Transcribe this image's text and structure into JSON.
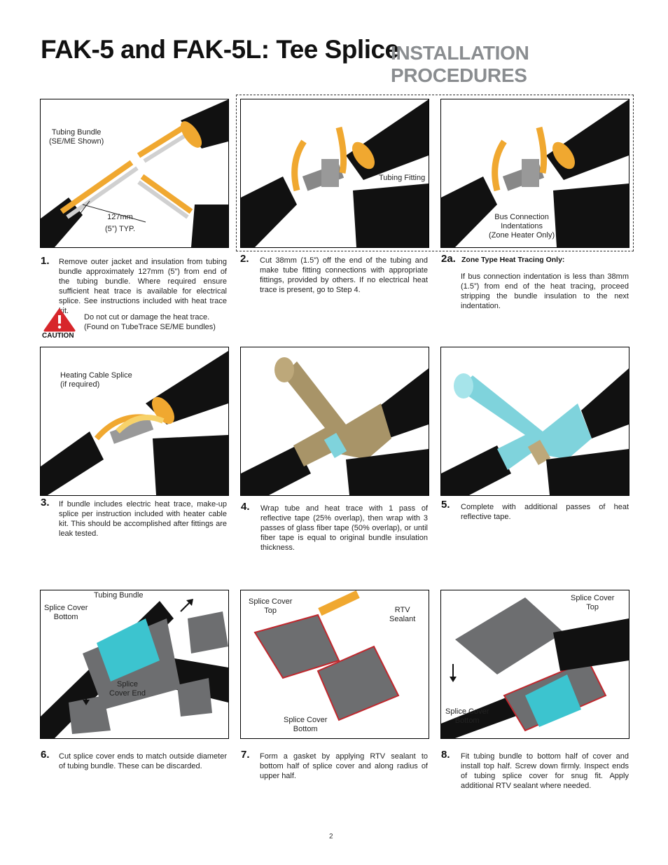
{
  "header": {
    "title": "FAK-5 and FAK-5L: Tee Splice",
    "subtitle": "INSTALLATION PROCEDURES"
  },
  "panels": {
    "p1": {
      "label1": "Tubing Bundle",
      "label2": "(SE/ME Shown)",
      "label3": "127mm",
      "label4": "(5”) TYP."
    },
    "p2": {
      "label1": "Tubing Fitting"
    },
    "p2a": {
      "label1": "Bus Connection",
      "label2": "Indentations",
      "label3": "(Zone Heater Only)"
    },
    "p3": {
      "label1": "Heating Cable Splice",
      "label2": "(if required)"
    },
    "p6": {
      "label1": "Tubing Bundle",
      "label2": "Splice Cover",
      "label3": "Bottom",
      "label4": "Splice",
      "label5": "Cover End"
    },
    "p7": {
      "label1": "Splice Cover",
      "label2": "Top",
      "label3": "RTV",
      "label4": "Sealant",
      "label5": "Splice Cover",
      "label6": "Bottom"
    },
    "p8": {
      "label1": "Splice Cover",
      "label2": "Top",
      "label3": "Splice Cover",
      "label4": "Bottom"
    }
  },
  "steps": {
    "s1": {
      "num": "1.",
      "text": "Remove outer jacket and insulation from tubing bundle approximately 127mm (5”) from end of the tubing bundle. Where required ensure sufficient heat trace is available for electrical splice. See instructions included with heat trace kit."
    },
    "s2": {
      "num": "2.",
      "text": "Cut 38mm (1.5”) off the end of the tubing and make tube fitting connections with appropriate fittings, provided by others. If no electrical heat trace is present, go to Step 4."
    },
    "s2a": {
      "num": "2a.",
      "header": "Zone Type Heat Tracing Only:",
      "text": "If bus connection indentation is less than 38mm (1.5”) from end of the heat tracing, proceed stripping the bundle insulation to the next indentation."
    },
    "s3": {
      "num": "3.",
      "text": "If bundle includes electric heat trace, make-up splice per instruction included with heater cable kit. This should be accomplished after fittings are leak tested."
    },
    "s4": {
      "num": "4.",
      "text": "Wrap tube and heat trace with 1 pass of reflective tape (25% overlap), then wrap with 3 passes of glass fiber tape (50% overlap), or until fiber tape is equal to original bundle insulation thickness."
    },
    "s5": {
      "num": "5.",
      "text": "Complete with additional passes of heat reflective tape."
    },
    "s6": {
      "num": "6.",
      "text": "Cut splice cover ends to match outside diameter of tubing bundle. These can be discarded."
    },
    "s7": {
      "num": "7.",
      "text": "Form a gasket by applying RTV sealant to bottom half of splice cover and along radius of upper half."
    },
    "s8": {
      "num": "8.",
      "text": "Fit tubing bundle to bottom half of cover and install top half. Screw down firmly.  Inspect  ends of tubing splice cover for snug fit. Apply additional RTV sealant where needed."
    }
  },
  "caution": {
    "label": "CAUTION",
    "note_line1": "Do not cut or damage the heat trace.",
    "note_line2": "(Found on TubeTrace SE/ME bundles)"
  },
  "footer": {
    "page": "2"
  },
  "colors": {
    "insulation": "#111111",
    "heat_trace": "#f0a830",
    "tubing": "#c8c8c8",
    "reflective_tape": "#7fd3dc",
    "fiber_tape": "#a89468",
    "cover": "#6d6e70",
    "sealant": "#c0272d",
    "caution": "#d7262b"
  }
}
